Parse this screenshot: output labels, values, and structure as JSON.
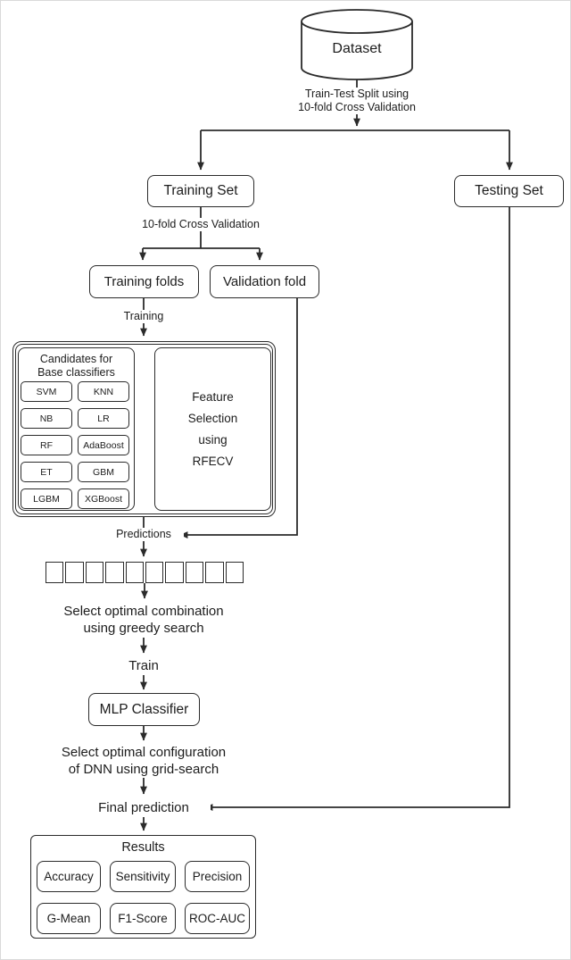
{
  "diagram": {
    "dataset_label": "Dataset",
    "split_label_line1": "Train-Test Split using",
    "split_label_line2": "10-fold Cross Validation",
    "training_set_label": "Training Set",
    "testing_set_label": "Testing Set",
    "cv_label": "10-fold Cross Validation",
    "training_folds_label": "Training folds",
    "validation_fold_label": "Validation fold",
    "training_label": "Training",
    "candidates_title_line1": "Candidates for",
    "candidates_title_line2": "Base classifiers",
    "classifiers": [
      "SVM",
      "KNN",
      "NB",
      "LR",
      "RF",
      "AdaBoost",
      "ET",
      "GBM",
      "LGBM",
      "XGBoost"
    ],
    "feature_selection_lines": [
      "Feature",
      "Selection",
      "using",
      "RFECV"
    ],
    "predictions_label": "Predictions",
    "prediction_cell_count": 10,
    "greedy_line1": "Select optimal combination",
    "greedy_line2": "using greedy search",
    "train_label": "Train",
    "mlp_label": "MLP Classifier",
    "grid_line1": "Select optimal configuration",
    "grid_line2": "of DNN using grid-search",
    "final_prediction_label": "Final prediction",
    "results_title": "Results",
    "metrics": [
      "Accuracy",
      "Sensitivity",
      "Precision",
      "G-Mean",
      "F1-Score",
      "ROC-AUC"
    ]
  },
  "colors": {
    "line": "#2b2b2b",
    "text": "#1c1c1c",
    "background": "#ffffff"
  }
}
